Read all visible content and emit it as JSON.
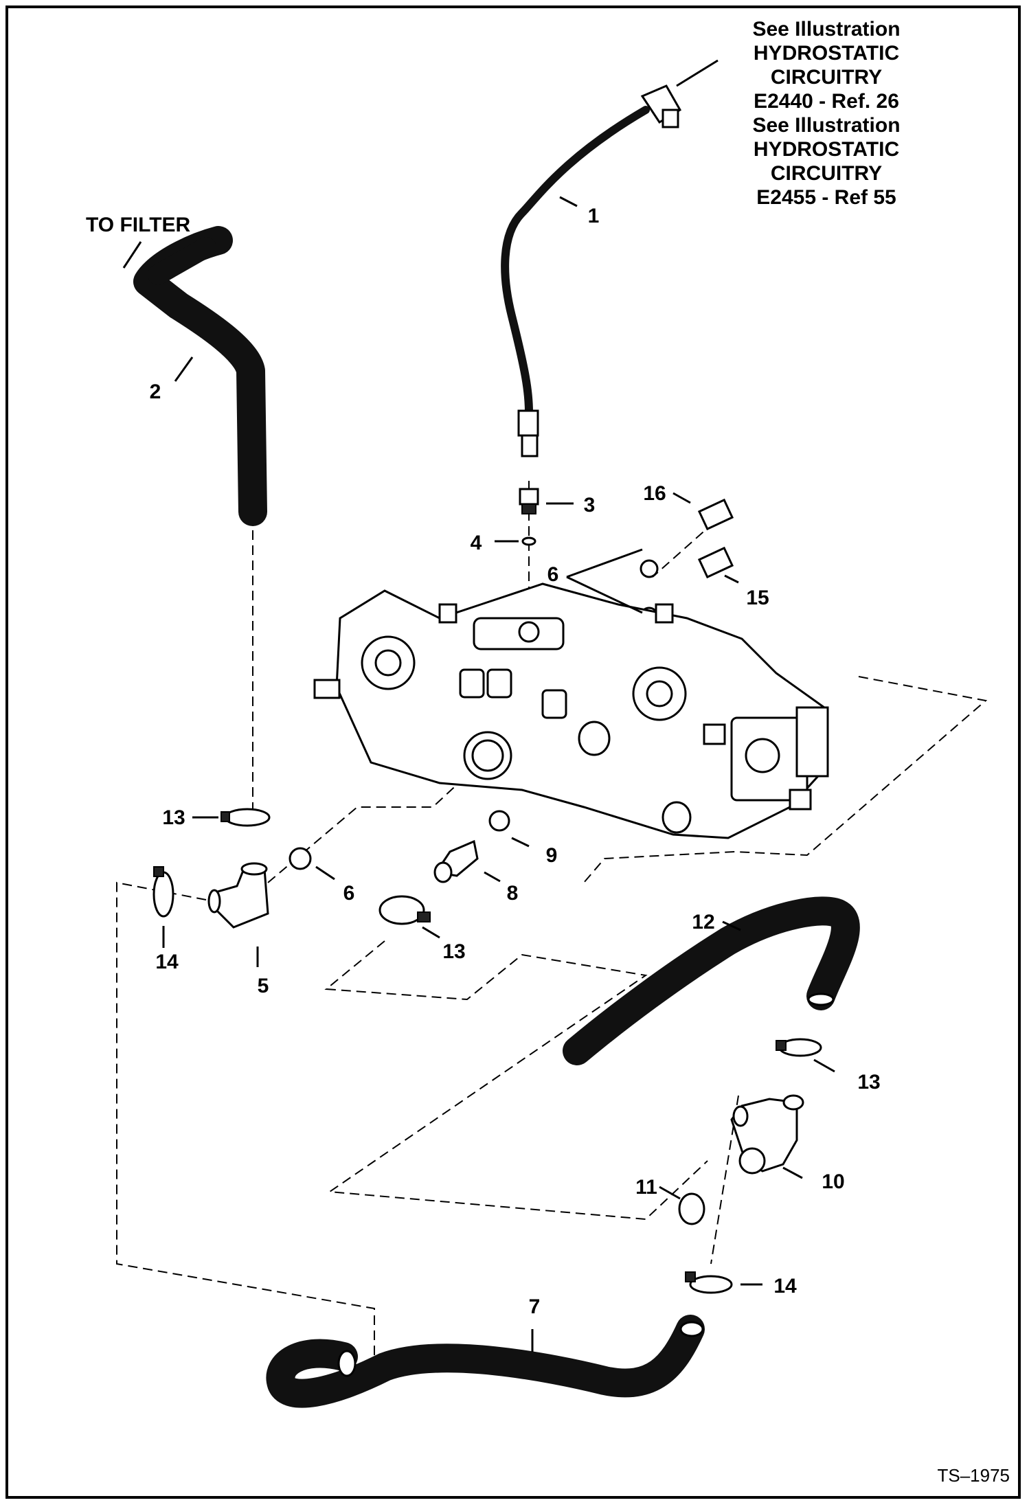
{
  "note_top_right": {
    "lines": [
      "See Illustration",
      "HYDROSTATIC",
      "CIRCUITRY",
      "E2440 - Ref. 26",
      "See Illustration",
      "HYDROSTATIC",
      "CIRCUITRY",
      "E2455 - Ref 55"
    ]
  },
  "to_filter_label": "TO FILTER",
  "figure_code": "TS–1975",
  "callouts": {
    "c1": "1",
    "c2": "2",
    "c3": "3",
    "c4": "4",
    "c5": "5",
    "c6a": "6",
    "c6b": "6",
    "c7": "7",
    "c8": "8",
    "c9": "9",
    "c10": "10",
    "c11": "11",
    "c12": "12",
    "c13a": "13",
    "c13b": "13",
    "c13c": "13",
    "c14a": "14",
    "c14b": "14",
    "c15": "15",
    "c16": "16"
  },
  "colors": {
    "line": "#000000",
    "hose": "#111111",
    "background": "#ffffff"
  }
}
